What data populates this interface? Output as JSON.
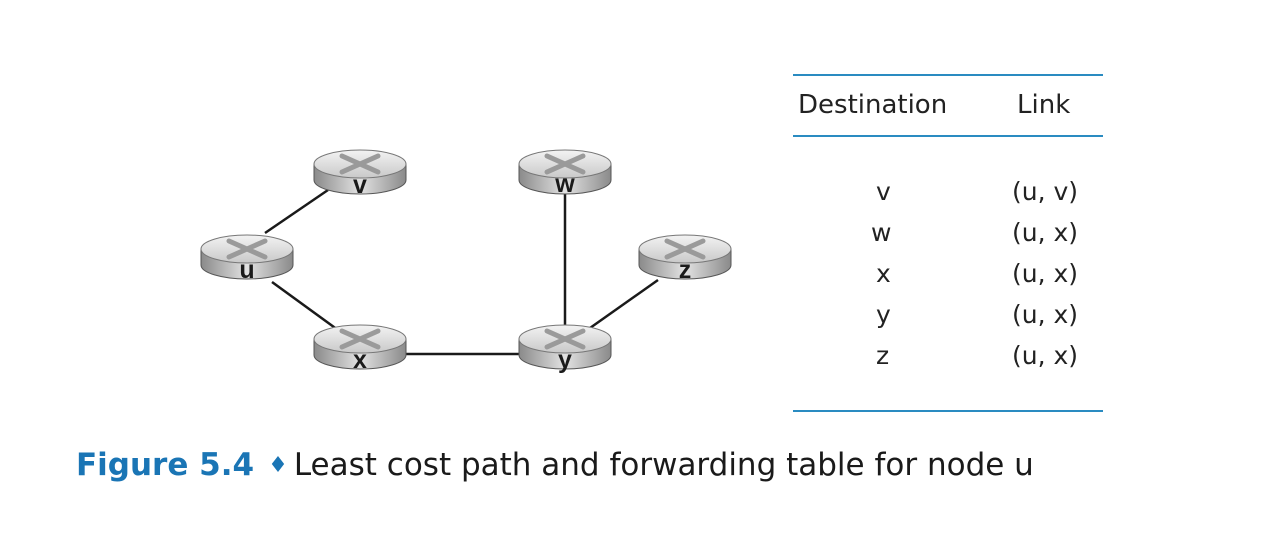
{
  "network": {
    "nodes": [
      {
        "id": "u",
        "label": "u"
      },
      {
        "id": "v",
        "label": "v"
      },
      {
        "id": "w",
        "label": "w"
      },
      {
        "id": "x",
        "label": "x"
      },
      {
        "id": "y",
        "label": "y"
      },
      {
        "id": "z",
        "label": "z"
      }
    ],
    "links": [
      [
        "u",
        "v"
      ],
      [
        "u",
        "x"
      ],
      [
        "x",
        "y"
      ],
      [
        "w",
        "y"
      ],
      [
        "y",
        "z"
      ]
    ]
  },
  "table": {
    "header": {
      "destination": "Destination",
      "link": "Link"
    },
    "rows": [
      {
        "destination": "v",
        "link": "(u, v)"
      },
      {
        "destination": "w",
        "link": "(u, x)"
      },
      {
        "destination": "x",
        "link": "(u, x)"
      },
      {
        "destination": "y",
        "link": "(u, x)"
      },
      {
        "destination": "z",
        "link": "(u, x)"
      }
    ]
  },
  "caption": {
    "figure_number": "Figure 5.4",
    "separator": "♦",
    "text": "Least cost path and forwarding table for node u"
  },
  "colors": {
    "accent": "#1a75b5",
    "rule": "#2a8bc1",
    "link": "#1a1a1a"
  }
}
